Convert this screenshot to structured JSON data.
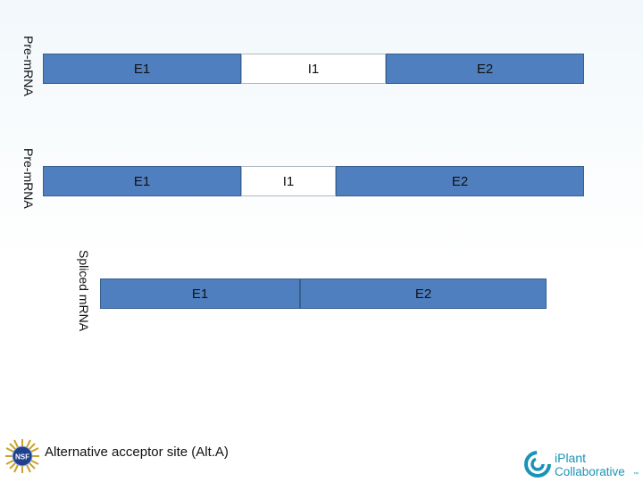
{
  "diagram": {
    "rows": [
      {
        "label": "Pre-mRNA",
        "segments": [
          {
            "type": "exon",
            "text": "E1"
          },
          {
            "type": "intron",
            "text": "I1"
          },
          {
            "type": "exon",
            "text": "E2"
          }
        ]
      },
      {
        "label": "Pre-mRNA",
        "segments": [
          {
            "type": "exon",
            "text": "E1"
          },
          {
            "type": "intron",
            "text": "I1"
          },
          {
            "type": "exon",
            "text": "E2"
          }
        ]
      },
      {
        "label": "Spliced mRNA",
        "segments": [
          {
            "type": "exon",
            "text": "E1"
          },
          {
            "type": "exon",
            "text": "E2"
          }
        ]
      }
    ]
  },
  "footer": {
    "caption": "Alternative acceptor site (Alt.A)"
  },
  "logos": {
    "nsf": {
      "icon": "nsf-logo-icon",
      "text": "NSF"
    },
    "iplant": {
      "icon": "iplant-logo-icon",
      "line1": "iPlant",
      "line2": "Collaborative",
      "mark": "™"
    }
  },
  "colors": {
    "exon": "#4f7fbf",
    "exon_border": "#35608f",
    "intron": "#ffffff",
    "iplant_teal": "#1a93b7"
  }
}
